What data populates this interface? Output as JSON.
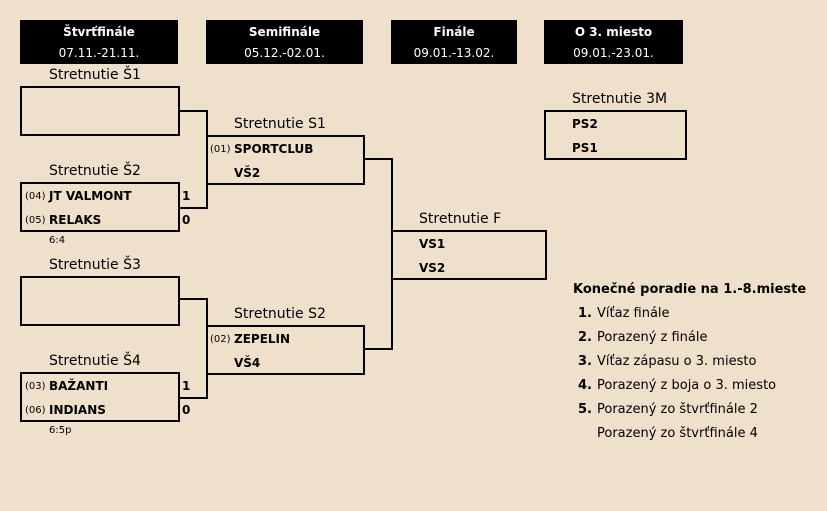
{
  "rounds": [
    {
      "title": "Štvrťfinále",
      "dates": "07.11.-21.11."
    },
    {
      "title": "Semifinále",
      "dates": "05.12.-02.01."
    },
    {
      "title": "Finále",
      "dates": "09.01.-13.02."
    },
    {
      "title": "O 3. miesto",
      "dates": "09.01.-23.01."
    }
  ],
  "matches": {
    "s1": {
      "title": "Stretnutie Š1"
    },
    "s2": {
      "title": "Stretnutie Š2",
      "team1": {
        "seed": "(04)",
        "name": "JT VALMONT",
        "score": "1"
      },
      "team2": {
        "seed": "(05)",
        "name": "RELAKS",
        "score": "0"
      },
      "result": "6:4"
    },
    "s3": {
      "title": "Stretnutie Š3"
    },
    "s4": {
      "title": "Stretnutie Š4",
      "team1": {
        "seed": "(03)",
        "name": "BAŽANTI",
        "score": "1"
      },
      "team2": {
        "seed": "(06)",
        "name": "INDIANS",
        "score": "0"
      },
      "result": "6:5p"
    },
    "sf1": {
      "title": "Stretnutie S1",
      "team1": {
        "seed": "(01)",
        "name": "SPORTCLUB"
      },
      "team2": {
        "name": "VŠ2"
      }
    },
    "sf2": {
      "title": "Stretnutie S2",
      "team1": {
        "seed": "(02)",
        "name": "ZEPELIN"
      },
      "team2": {
        "name": "VŠ4"
      }
    },
    "final": {
      "title": "Stretnutie F",
      "team1": {
        "name": "VS1"
      },
      "team2": {
        "name": "VS2"
      }
    },
    "third": {
      "title": "Stretnutie 3M",
      "team1": {
        "name": "PS2"
      },
      "team2": {
        "name": "PS1"
      }
    }
  },
  "ranking": {
    "title": "Konečné poradie na 1.-8.mieste",
    "items": [
      {
        "num": "1.",
        "label": "Víťaz finále"
      },
      {
        "num": "2.",
        "label": "Porazený z finále"
      },
      {
        "num": "3.",
        "label": "Víťaz zápasu o 3. miesto"
      },
      {
        "num": "4.",
        "label": "Porazený z boja o 3. miesto"
      },
      {
        "num": "5.",
        "label": "Porazený zo štvrťfinále 2"
      },
      {
        "num": "",
        "label": "Porazený zo štvrťfinále 4"
      }
    ]
  }
}
